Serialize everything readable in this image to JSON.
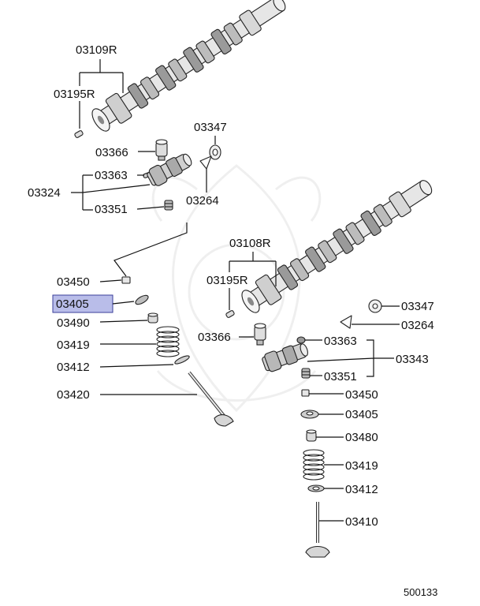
{
  "diagram_id": "500133",
  "highlight_color": "#b9bde9",
  "labels": {
    "cam_upper": "03109R",
    "pin_upper": "03195R",
    "tappet_upper": "03366",
    "seal_upper": "03347",
    "bolt_upper": "03363",
    "rocker_assy_upper": "03324",
    "plug_upper": "03351",
    "gasket_upper": "03264",
    "cam_lower": "03108R",
    "pin_lower": "03195R",
    "cap_upper": "03450",
    "retainer_upper": "03405",
    "seat_upper": "03490",
    "spring_upper": "03419",
    "washer_upper": "03412",
    "valve_upper": "03420",
    "seal_lower": "03347",
    "gasket_lower": "03264",
    "tappet_lower": "03366",
    "bolt_lower": "03363",
    "rocker_assy_lower": "03343",
    "plug_lower": "03351",
    "cap_lower": "03450",
    "retainer_lower": "03405",
    "seat_lower": "03480",
    "spring_lower": "03419",
    "washer_lower": "03412",
    "valve_lower": "03410"
  }
}
